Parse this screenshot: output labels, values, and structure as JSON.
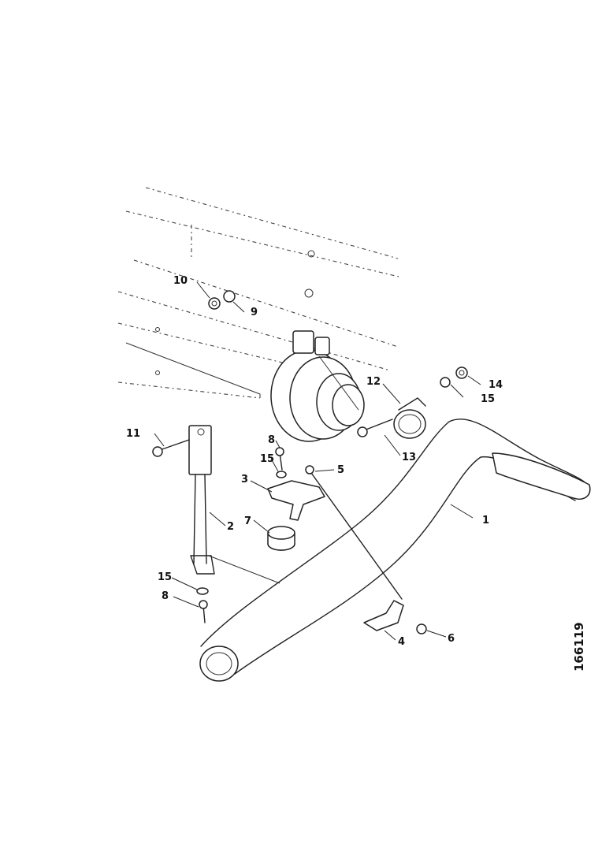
{
  "figure_number": "166119",
  "callouts": {
    "c1": "1",
    "c2": "2",
    "c3": "3",
    "c4": "4",
    "c5": "5",
    "c6": "6",
    "c7": "7",
    "c8a": "8",
    "c8b": "8",
    "c9": "9",
    "c10": "10",
    "c11": "11",
    "c12": "12",
    "c13": "13",
    "c14": "14",
    "c15a": "15",
    "c15b": "15",
    "c15c": "15"
  }
}
